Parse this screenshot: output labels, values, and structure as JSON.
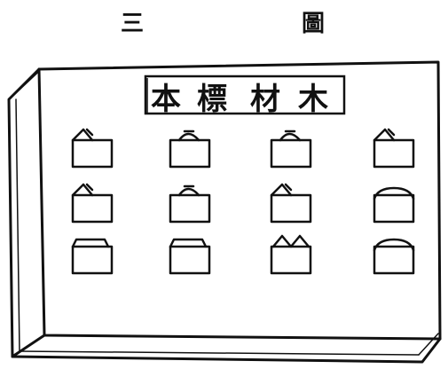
{
  "figure": {
    "number": "三",
    "word": "圖"
  },
  "board": {
    "title_chars": [
      "本",
      "標",
      "材",
      "木"
    ],
    "specimen_rows": 3,
    "specimen_cols": 4
  },
  "colors": {
    "ink": "#111111",
    "paper": "#ffffff"
  }
}
